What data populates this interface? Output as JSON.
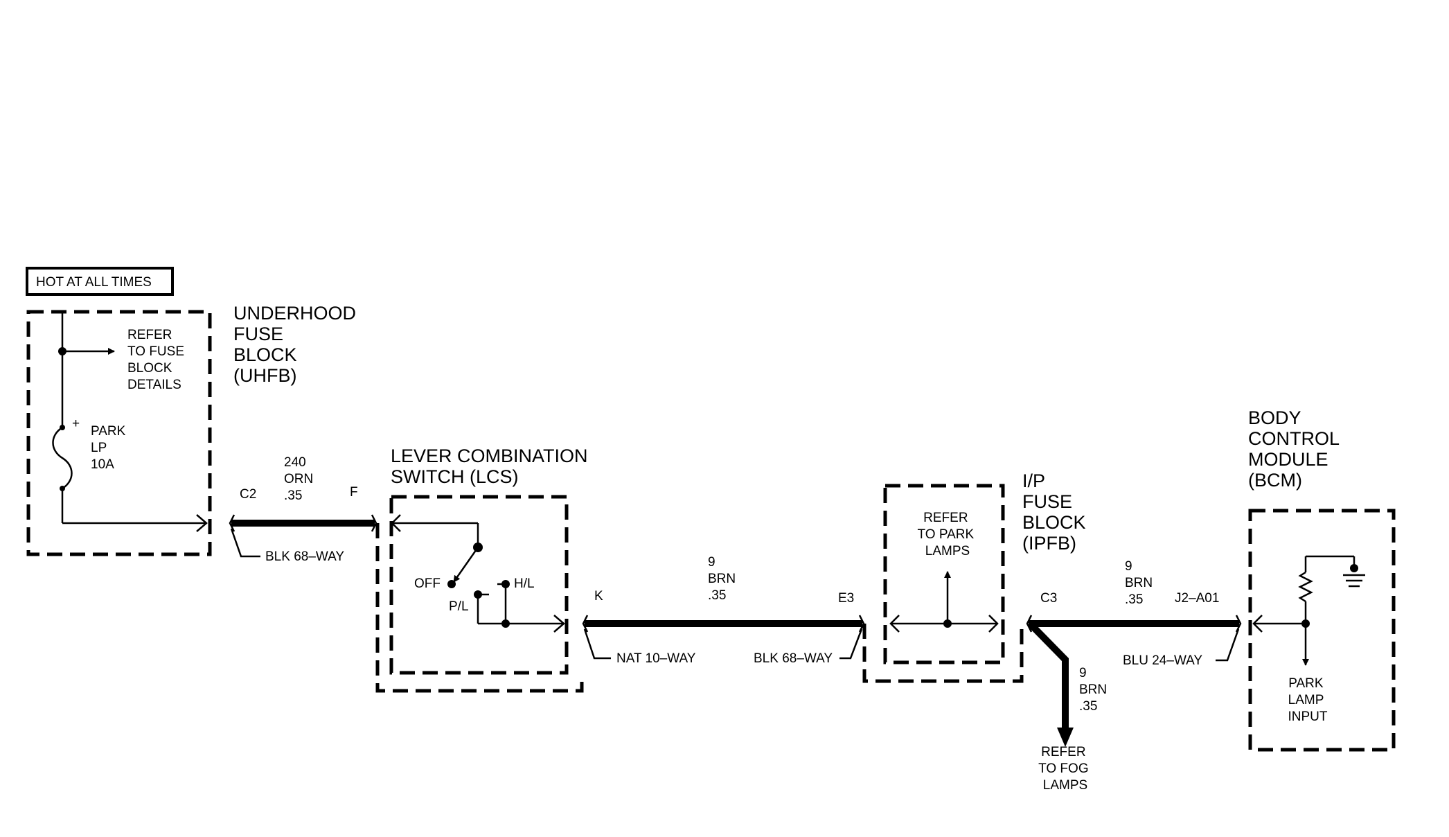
{
  "hot_label": "HOT AT ALL TIMES",
  "uhfb": {
    "title_lines": [
      "UNDERHOOD",
      "FUSE",
      "BLOCK",
      "(UHFB)"
    ],
    "refer_lines": [
      "REFER",
      "TO FUSE",
      "BLOCK",
      "DETAILS"
    ],
    "fuse_plus": "+",
    "fuse_lines": [
      "PARK",
      "LP",
      "10A"
    ]
  },
  "wire1": {
    "circuit_lines": [
      "240",
      "ORN",
      ".35"
    ],
    "left_pin": "C2",
    "right_pin": "F",
    "connector": "BLK 68–WAY"
  },
  "lcs": {
    "title_lines": [
      "LEVER COMBINATION",
      "SWITCH (LCS)"
    ],
    "off_label": "OFF",
    "pl_label": "P/L",
    "hl_label": "H/L"
  },
  "wire2": {
    "circuit_lines": [
      "9",
      "BRN",
      ".35"
    ],
    "left_pin": "K",
    "right_pin": "E3",
    "left_connector": "NAT 10–WAY",
    "right_connector": "BLK 68–WAY"
  },
  "ipfb": {
    "title_lines": [
      "I/P",
      "FUSE",
      "BLOCK",
      "(IPFB)"
    ],
    "refer_lines": [
      "REFER",
      "TO PARK",
      "LAMPS"
    ]
  },
  "wire3": {
    "circuit_lines": [
      "9",
      "BRN",
      ".35"
    ],
    "left_pin": "C3",
    "right_pin": "J2–A01",
    "connector": "BLU 24–WAY"
  },
  "fog_branch": {
    "circuit_lines": [
      "9",
      "BRN",
      ".35"
    ],
    "refer_lines": [
      "REFER",
      "TO FOG",
      "LAMPS"
    ]
  },
  "bcm": {
    "title_lines": [
      "BODY",
      "CONTROL",
      "MODULE",
      "(BCM)"
    ],
    "input_lines": [
      "PARK",
      "LAMP",
      "INPUT"
    ]
  }
}
